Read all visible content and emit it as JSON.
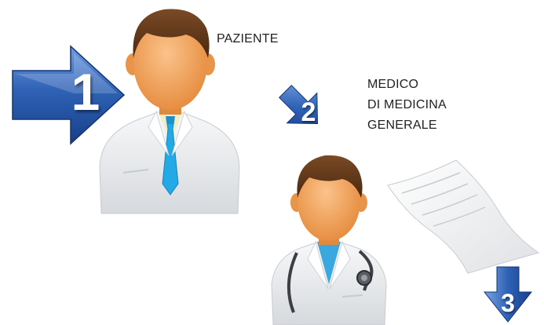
{
  "steps": [
    {
      "number": "1",
      "direction": "right"
    },
    {
      "number": "2",
      "direction": "down-right"
    },
    {
      "number": "3",
      "direction": "down"
    }
  ],
  "labels": {
    "patient": "PAZIENTE",
    "doctor_line1": "MEDICO",
    "doctor_line2": "DI MEDICINA",
    "doctor_line3": "GENERALE"
  },
  "colors": {
    "arrow": "#2f62b5",
    "arrow_dark": "#173f8a",
    "skin": "#f0a25a",
    "hair": "#5b3318",
    "coat": "#e9ebee",
    "tie": "#22a9e6",
    "scrubs": "#3ba7df"
  }
}
